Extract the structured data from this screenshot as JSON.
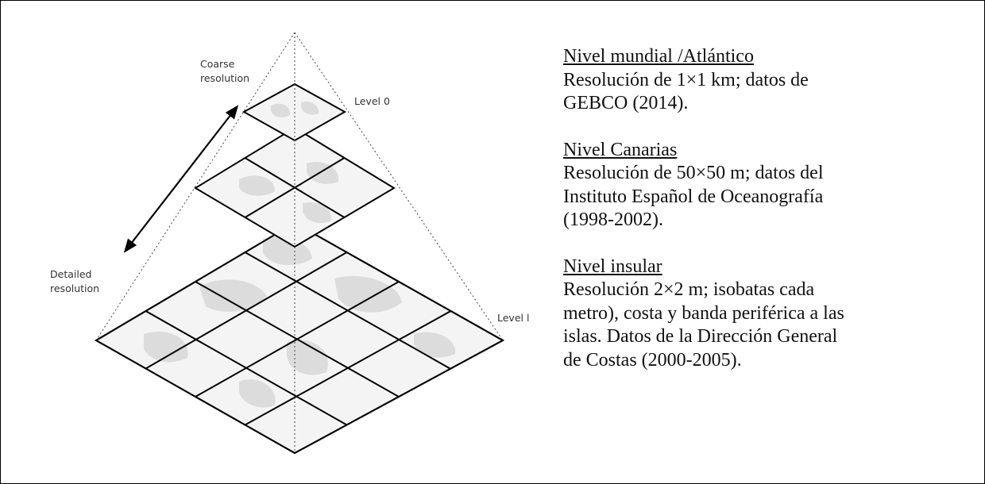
{
  "diagram": {
    "labels": {
      "coarse_1": "Coarse",
      "coarse_2": "resolution",
      "detailed_1": "Detailed",
      "detailed_2": "resolution",
      "level_top": "Level 0",
      "level_bottom": "Level l"
    },
    "levels_grid": [
      "1x1",
      "2x2",
      "4x4"
    ]
  },
  "sections": [
    {
      "title": "Nivel mundial /Atlántico",
      "lines": [
        "Resolución de 1×1 km; datos de",
        "GEBCO (2014)."
      ]
    },
    {
      "title": "Nivel Canarias",
      "lines": [
        "Resolución de 50×50 m; datos del",
        "Instituto Español de Oceanografía",
        "(1998-2002)."
      ]
    },
    {
      "title": "Nivel insular",
      "lines": [
        "Resolución 2×2 m; isobatas cada",
        "metro), costa y banda periférica a las",
        "islas. Datos de la Dirección General",
        "de Costas (2000-2005)."
      ]
    }
  ]
}
